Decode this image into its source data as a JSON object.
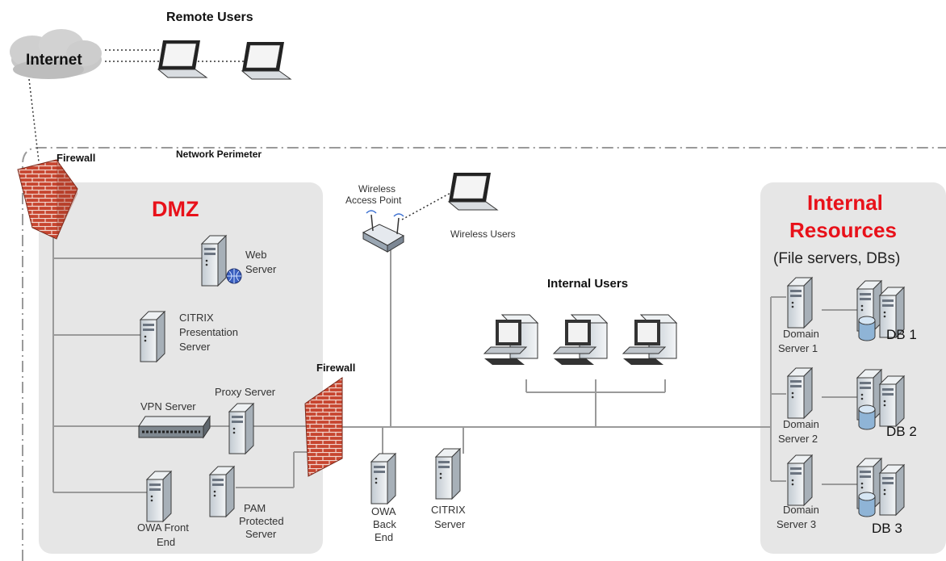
{
  "labels": {
    "remote_users": "Remote Users",
    "internet": "Internet",
    "network_perimeter": "Network Perimeter",
    "firewall_1": "Firewall",
    "firewall_2": "Firewall",
    "dmz": "DMZ",
    "internal_resources_1": "Internal",
    "internal_resources_2": "Resources",
    "internal_resources_sub": "(File servers, DBs)",
    "wireless_ap_1": "Wireless",
    "wireless_ap_2": "Access Point",
    "wireless_users": "Wireless Users",
    "internal_users": "Internal Users",
    "web_server_1": "Web",
    "web_server_2": "Server",
    "citrix_pres_1": "CITRIX",
    "citrix_pres_2": "Presentation",
    "citrix_pres_3": "Server",
    "vpn_server": "VPN Server",
    "proxy_server": "Proxy Server",
    "owa_front_1": "OWA Front",
    "owa_front_2": "End",
    "pam_1": "PAM",
    "pam_2": "Protected",
    "pam_3": "Server",
    "owa_back_1": "OWA",
    "owa_back_2": "Back",
    "owa_back_3": "End",
    "citrix_server_1": "CITRIX",
    "citrix_server_2": "Server",
    "domain1_1": "Domain",
    "domain1_2": "Server 1",
    "domain2_1": "Domain",
    "domain2_2": "Server 2",
    "domain3_1": "Domain",
    "domain3_2": "Server 3",
    "db1": "DB 1",
    "db2": "DB 2",
    "db3": "DB 3"
  },
  "colors": {
    "zone_fill": "#e6e6e6",
    "zone_title": "#e8111a",
    "connector": "#9a9a9a",
    "brick": "#c0392b",
    "server_body": "#d7dde2"
  }
}
